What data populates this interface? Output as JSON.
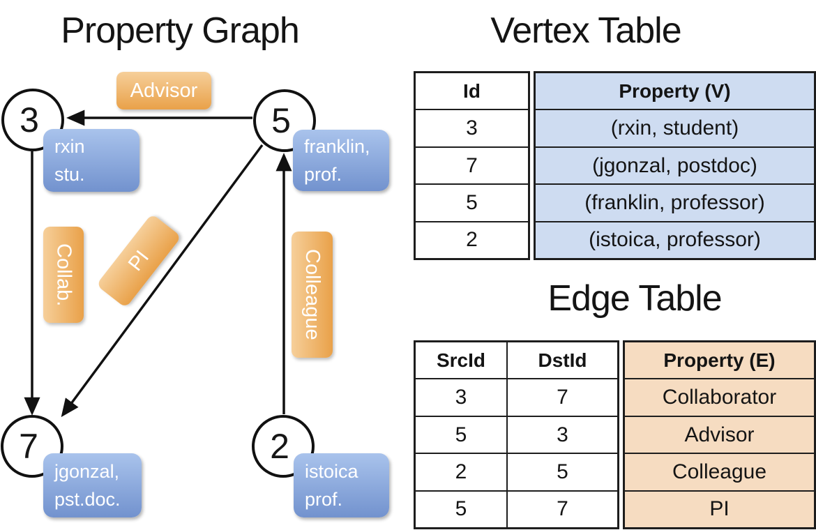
{
  "graph": {
    "title": "Property Graph",
    "nodes": [
      {
        "id": "3",
        "label_line1": "rxin",
        "label_line2": "stu."
      },
      {
        "id": "5",
        "label_line1": "franklin,",
        "label_line2": "prof."
      },
      {
        "id": "7",
        "label_line1": "jgonzal,",
        "label_line2": "pst.doc."
      },
      {
        "id": "2",
        "label_line1": "istoica",
        "label_line2": "prof."
      }
    ],
    "edge_labels": [
      {
        "text": "Advisor",
        "edge": "5 to 3"
      },
      {
        "text": "Collab.",
        "edge": "3 to 7"
      },
      {
        "text": "PI",
        "edge": "5 to 7"
      },
      {
        "text": "Colleague",
        "edge": "2 to 5"
      }
    ]
  },
  "vertex_table": {
    "title": "Vertex Table",
    "headers": {
      "id": "Id",
      "property": "Property (V)"
    },
    "rows": [
      {
        "id": "3",
        "property": "(rxin, student)"
      },
      {
        "id": "7",
        "property": "(jgonzal, postdoc)"
      },
      {
        "id": "5",
        "property": "(franklin, professor)"
      },
      {
        "id": "2",
        "property": "(istoica, professor)"
      }
    ]
  },
  "edge_table": {
    "title": "Edge Table",
    "headers": {
      "src": "SrcId",
      "dst": "DstId",
      "property": "Property (E)"
    },
    "rows": [
      {
        "src": "3",
        "dst": "7",
        "property": "Collaborator"
      },
      {
        "src": "5",
        "dst": "3",
        "property": "Advisor"
      },
      {
        "src": "2",
        "dst": "5",
        "property": "Colleague"
      },
      {
        "src": "5",
        "dst": "7",
        "property": "PI"
      }
    ]
  },
  "colors": {
    "vertex_box_gradient_top": "#a9c3ec",
    "vertex_box_gradient_bottom": "#7292ce",
    "edge_label_gradient_top": "#f6cf9a",
    "edge_label_gradient_bottom": "#e9a149",
    "vertex_property_cell_bg": "#cedcf1",
    "edge_property_cell_bg": "#f6dcc1",
    "line_color": "#111111"
  }
}
